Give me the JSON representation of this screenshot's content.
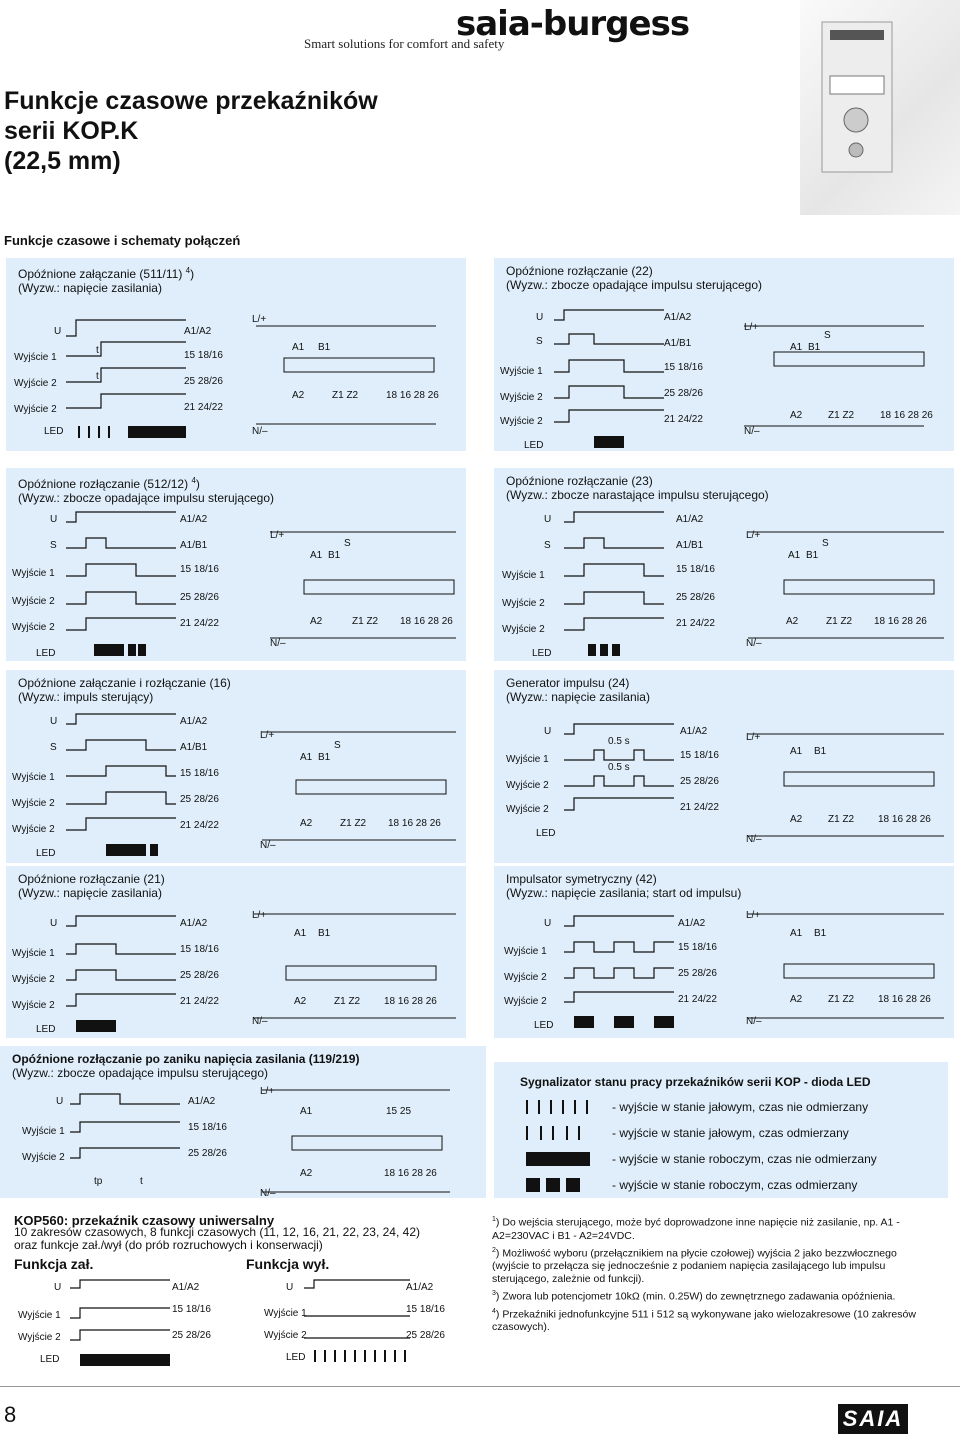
{
  "header": {
    "brand": "saia-burgess",
    "tagline": "Smart solutions for comfort and safety",
    "title_lines": [
      "Funkcje czasowe przekaźników",
      "serii KOP.K",
      "(22,5 mm)"
    ]
  },
  "section_title": "Funkcje czasowe i schematy połączeń",
  "labels": {
    "U": "U",
    "S": "S",
    "LED": "LED",
    "out1": "Wyjście 1",
    "out2": "Wyjście 2",
    "t": "t",
    "tp": "tp",
    "half_s": "0.5 s",
    "A1A2": "A1/A2",
    "A1B1": "A1/B1",
    "L": "L/+",
    "N": "N/–",
    "A1": "A1",
    "B1": "B1",
    "A2": "A2",
    "Z1Z2": "Z1 Z2",
    "c15": "15",
    "c18": "18",
    "c16": "16",
    "c25": "25",
    "c28": "28",
    "c26": "26",
    "c21": "21",
    "c24": "24",
    "c22": "22",
    "n1": "1)",
    "n2": "2)",
    "n3": "3)"
  },
  "panels": [
    {
      "title1": "Opóźnione załączanie (511/11)",
      "sup": "4",
      "title2": "(Wyzw.: napięcie zasilania)"
    },
    {
      "title1": "Opóźnione rozłączanie (22)",
      "sup": "",
      "title2": "(Wyzw.: zbocze opadające impulsu sterującego)"
    },
    {
      "title1": "Opóźnione rozłączanie (512/12)",
      "sup": "4",
      "title2": "(Wyzw.: zbocze opadające impulsu sterującego)"
    },
    {
      "title1": "Opóźnione rozłączanie (23)",
      "sup": "",
      "title2": "(Wyzw.: zbocze narastające impulsu sterującego)"
    },
    {
      "title1": "Opóźnione załączanie i rozłączanie (16)",
      "sup": "",
      "title2": "(Wyzw.: impuls sterujący)"
    },
    {
      "title1": "Generator impulsu (24)",
      "sup": "",
      "title2": "(Wyzw.: napięcie zasilania)"
    },
    {
      "title1": "Opóźnione rozłączanie (21)",
      "sup": "",
      "title2": "(Wyzw.: napięcie zasilania)"
    },
    {
      "title1": "Impulsator symetryczny (42)",
      "sup": "",
      "title2": "(Wyzw.: napięcie zasilania; start od impulsu)"
    },
    {
      "title1": "Opóźnione rozłączanie po zaniku napięcia zasilania (119/219)",
      "sup": "",
      "title2": "(Wyzw.: zbocze opadające impulsu sterującego)"
    }
  ],
  "legend": {
    "title": "Sygnalizator stanu pracy przekaźników serii KOP - dioda LED",
    "items": [
      "- wyjście w stanie jałowym, czas nie odmierzany",
      "- wyjście w stanie jałowym, czas odmierzany",
      "- wyjście w stanie roboczym, czas nie odmierzany",
      "- wyjście w stanie roboczym, czas odmierzany"
    ]
  },
  "kop560": {
    "title": "KOP560: przekaźnik czasowy uniwersalny",
    "desc1": "10 zakresów czasowych, 8 funkcji czasowych (11, 12, 16, 21, 22, 23, 24, 42)",
    "desc2": "oraz funkcje zał./wył (do prób rozruchowych i konserwacji)",
    "on_label": "Funkcja zał.",
    "off_label": "Funkcja wył."
  },
  "notes": [
    {
      "sup": "1",
      "text": ") Do wejścia sterującego, może być doprowadzone inne napięcie niż zasilanie, np. A1 - A2=230VAC i B1 - A2=24VDC."
    },
    {
      "sup": "2",
      "text": ") Możliwość wyboru (przełącznikiem na płycie czołowej) wyjścia 2 jako bezzwłocznego (wyjście to przełącza się jednocześnie z podaniem napięcia zasilającego lub impulsu sterującego, zależnie od funkcji)."
    },
    {
      "sup": "3",
      "text": ") Zwora lub potencjometr 10kΩ (min. 0.25W) do zewnętrznego zadawania opóźnienia."
    },
    {
      "sup": "4",
      "text": ") Przekaźniki jednofunkcyjne 511 i 512 są wykonywane jako wielozakresowe (10 zakresów czasowych)."
    }
  ],
  "footer": {
    "page": "8",
    "logo": "SAIA"
  }
}
